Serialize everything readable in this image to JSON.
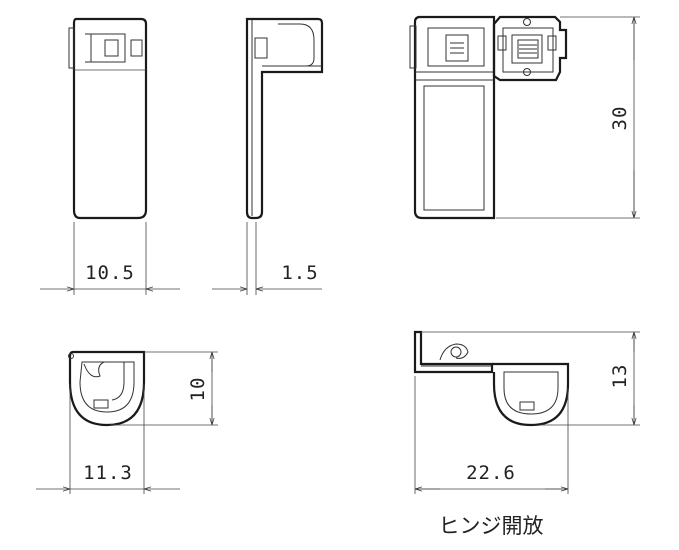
{
  "dimensions": {
    "front_width": "10.5",
    "side_thickness": "1.5",
    "open_height": "30",
    "bottom_depth": "10",
    "bottom_width": "11.3",
    "open_side_height": "13",
    "open_width": "22.6"
  },
  "caption": "ヒンジ開放",
  "colors": {
    "line": "#1a1a1a",
    "background": "#ffffff"
  }
}
